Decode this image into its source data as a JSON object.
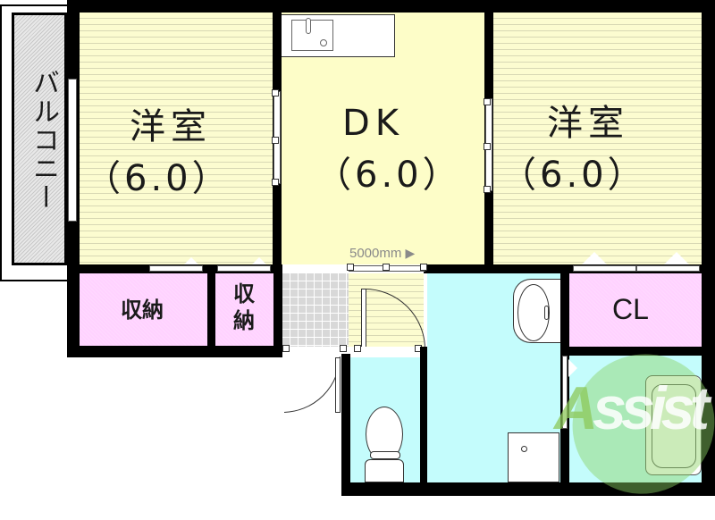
{
  "floorplan": {
    "balcony": {
      "label": "バルコニー"
    },
    "rooms": {
      "western_left": {
        "name": "洋室",
        "size": "（6.0）"
      },
      "dk": {
        "name": "DK",
        "size": "（6.0）"
      },
      "western_right": {
        "name": "洋室",
        "size": "（6.0）"
      },
      "storage_left": {
        "name": "収納"
      },
      "storage_small": {
        "name": "収\n納",
        "line1": "収",
        "line2": "納"
      },
      "closet": {
        "name": "CL"
      }
    },
    "dimension": {
      "text": "5000mm",
      "arrow": "▶"
    },
    "watermark": {
      "text": "Assist",
      "first": "A",
      "rest": "ssist"
    },
    "colors": {
      "wall": "#000000",
      "western_floor": "#fcfcd0",
      "dk_floor": "#fdfdc8",
      "storage": "#ffd2ff",
      "wet_area": "#c4fcfc",
      "entrance_tile": "#d8d8d8",
      "balcony": "#e0e0e0",
      "logo_green": "#8cd264",
      "logo_red": "#c83232"
    }
  }
}
